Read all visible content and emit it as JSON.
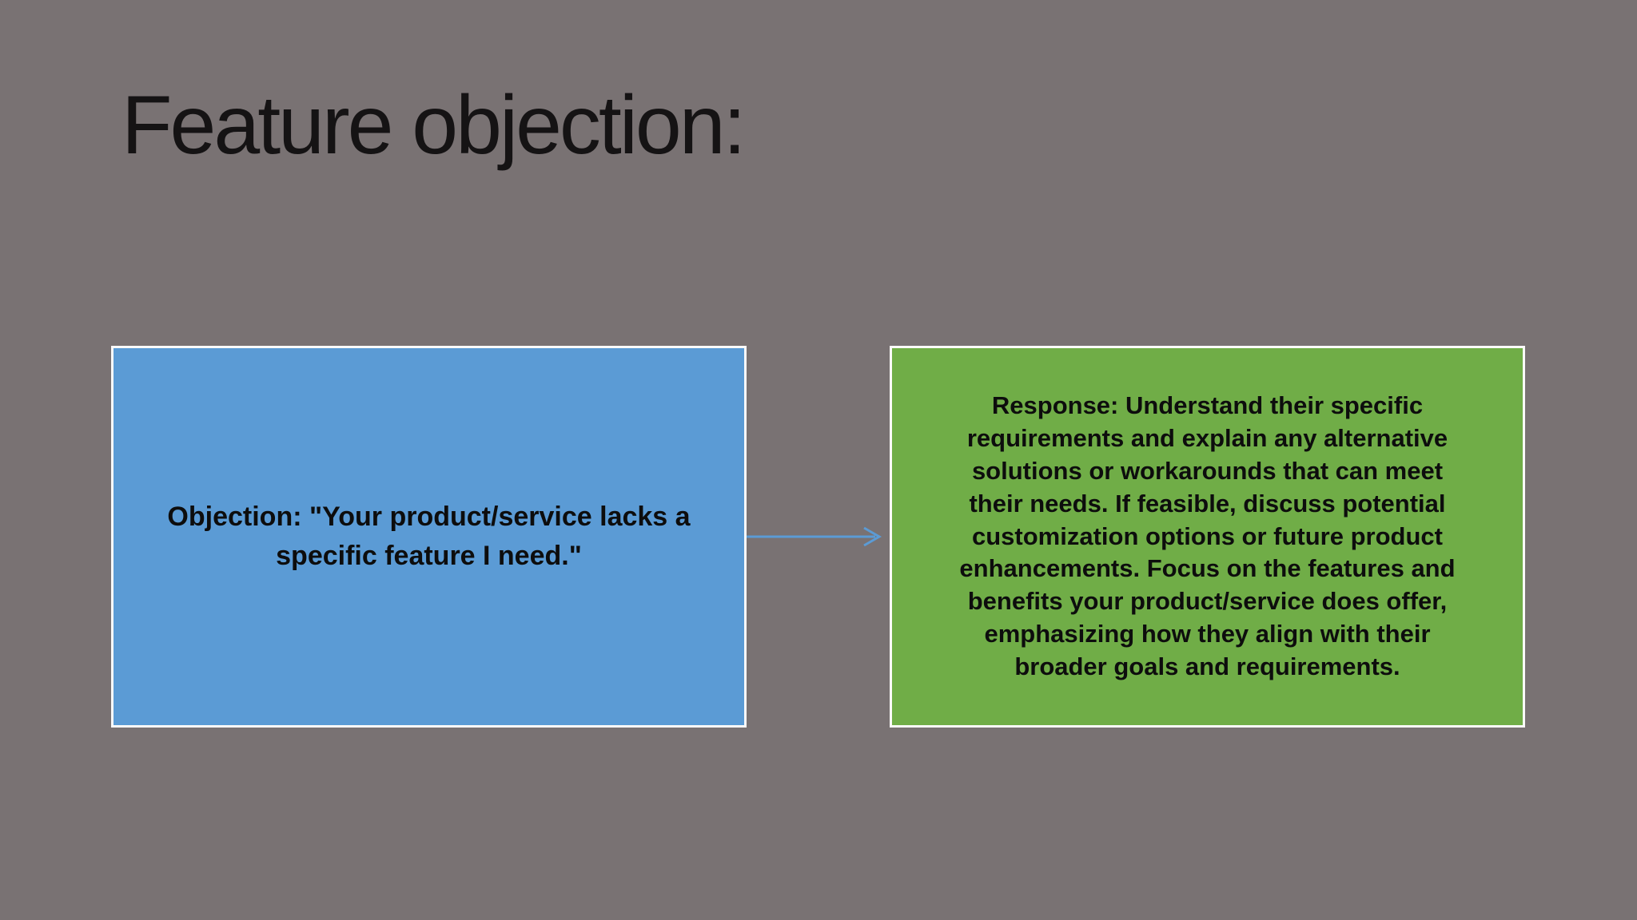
{
  "slide": {
    "title": "Feature objection:",
    "background_color": "#797273",
    "title_color": "#151314"
  },
  "objection_box": {
    "text": "Objection: \"Your product/service lacks a\nspecific feature I need.\"",
    "fill_color": "#5b9bd5",
    "border_color": "#fbfaf9",
    "text_color": "#0d0d0d"
  },
  "response_box": {
    "text": "Response: Understand their specific\nrequirements and explain any alternative\nsolutions or workarounds that can meet\ntheir needs. If feasible, discuss potential\ncustomization options or future product\nenhancements. Focus on the features and\nbenefits your product/service does offer,\nemphasizing how they align with their\nbroader goals and requirements.",
    "fill_color": "#70ad47",
    "border_color": "#fbfaf9",
    "text_color": "#0d0d0d"
  },
  "connector": {
    "type": "arrow-right",
    "color": "#5b9bd5"
  }
}
